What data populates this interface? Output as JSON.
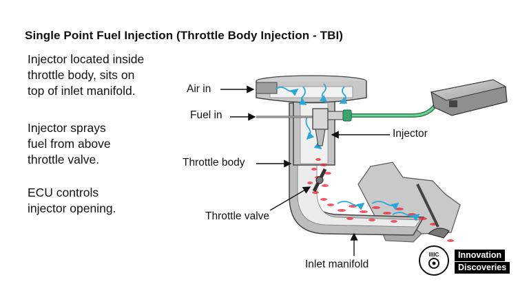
{
  "title": "Single Point Fuel Injection (Throttle Body Injection - TBI)",
  "notes": [
    {
      "lines": [
        "Injector located inside",
        "throttle body, sits on",
        "top of inlet manifold."
      ]
    },
    {
      "lines": [
        "Injector sprays",
        "fuel from above",
        "throttle valve."
      ]
    },
    {
      "lines": [
        "ECU controls",
        "injector opening."
      ]
    }
  ],
  "labels": {
    "air_in": "Air in",
    "fuel_in": "Fuel in",
    "injector": "Injector",
    "throttle_body": "Throttle body",
    "throttle_valve": "Throttle valve",
    "inlet_manifold": "Inlet manifold"
  },
  "brand": {
    "line1": "Innovation",
    "line2": "Discoveries",
    "logo_text": "IIIIC"
  },
  "colors": {
    "air_arrow": "#29a8d6",
    "fuel_spray": "#e8233c",
    "fuel_line": "#3a9a63",
    "manifold_gray": "#b7b7b7"
  }
}
